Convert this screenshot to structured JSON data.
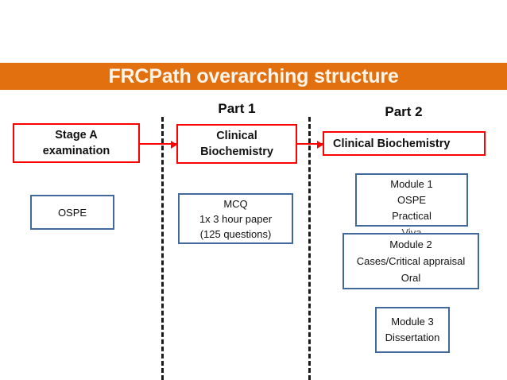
{
  "slide": {
    "title": "FRCPath overarching structure",
    "banner_color": "#E2700E",
    "title_color": "#FDF5EC",
    "accent_red": "#FF0000",
    "accent_blue": "#41699B"
  },
  "columns": {
    "stage_a": {
      "boxes": {
        "stage_a_exam": {
          "line1": "Stage A",
          "line2": "examination"
        },
        "ospe": {
          "line1": "OSPE"
        }
      }
    },
    "part1": {
      "heading": "Part 1",
      "boxes": {
        "clinical_biochemistry": {
          "line1": "Clinical",
          "line2": "Biochemistry"
        },
        "mcq": {
          "line1": "MCQ",
          "line2": "1x 3 hour paper",
          "line3": "(125 questions)"
        }
      }
    },
    "part2": {
      "heading": "Part 2",
      "boxes": {
        "clinical_biochemistry": {
          "line1": "Clinical Biochemistry"
        },
        "module_1": {
          "line1": "Module 1",
          "line2": "OSPE",
          "line3": "Practical"
        },
        "module_2": {
          "line1": "Module 2",
          "line2": "Cases/Critical appraisal",
          "line3": "Oral"
        },
        "module_3": {
          "line1": "Module 3",
          "line2": "Dissertation"
        },
        "occluded_remnant": "Viva"
      }
    }
  }
}
